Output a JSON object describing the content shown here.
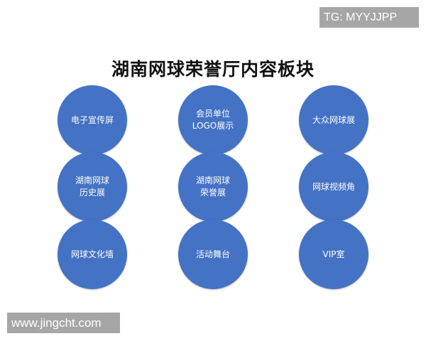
{
  "tag": "TG: MYYJJPP",
  "title": "湖南网球荣誉厅内容板块",
  "accent_color": "#4472c4",
  "items": [
    {
      "label": "电子宣传屏"
    },
    {
      "label": "会员单位\nLOGO展示"
    },
    {
      "label": "大众网球展"
    },
    {
      "label": "湖南网球\n历史展"
    },
    {
      "label": "湖南网球\n荣誉展"
    },
    {
      "label": "网球视频角"
    },
    {
      "label": "网球文化墙"
    },
    {
      "label": "活动舞台"
    },
    {
      "label": "VIP室"
    }
  ],
  "watermark": "www.jingcht.com"
}
